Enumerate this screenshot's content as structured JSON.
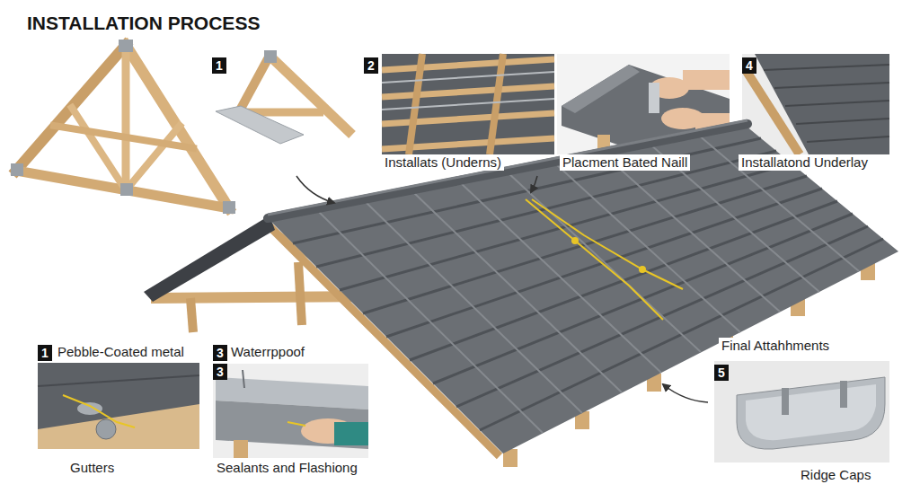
{
  "diagram": {
    "title": "INSTALLATION PROCESS",
    "nodes": [
      {
        "text": [
          "1"
        ]
      },
      {
        "text": [
          "2",
          "Installats (Underns)"
        ]
      },
      {
        "text": [
          "Placment Bated Naill"
        ]
      },
      {
        "text": [
          "4",
          "Installatond Underlay"
        ]
      },
      {
        "text": [
          "1",
          "Pebble-Coated metal",
          "Gutters"
        ]
      },
      {
        "text": [
          "3",
          "Waterrppoof",
          "3",
          "Sealants and Flashiong"
        ]
      },
      {
        "text": [
          "5",
          "Ridge Caps"
        ]
      }
    ],
    "labels": [
      "Final Attahhments"
    ]
  }
}
